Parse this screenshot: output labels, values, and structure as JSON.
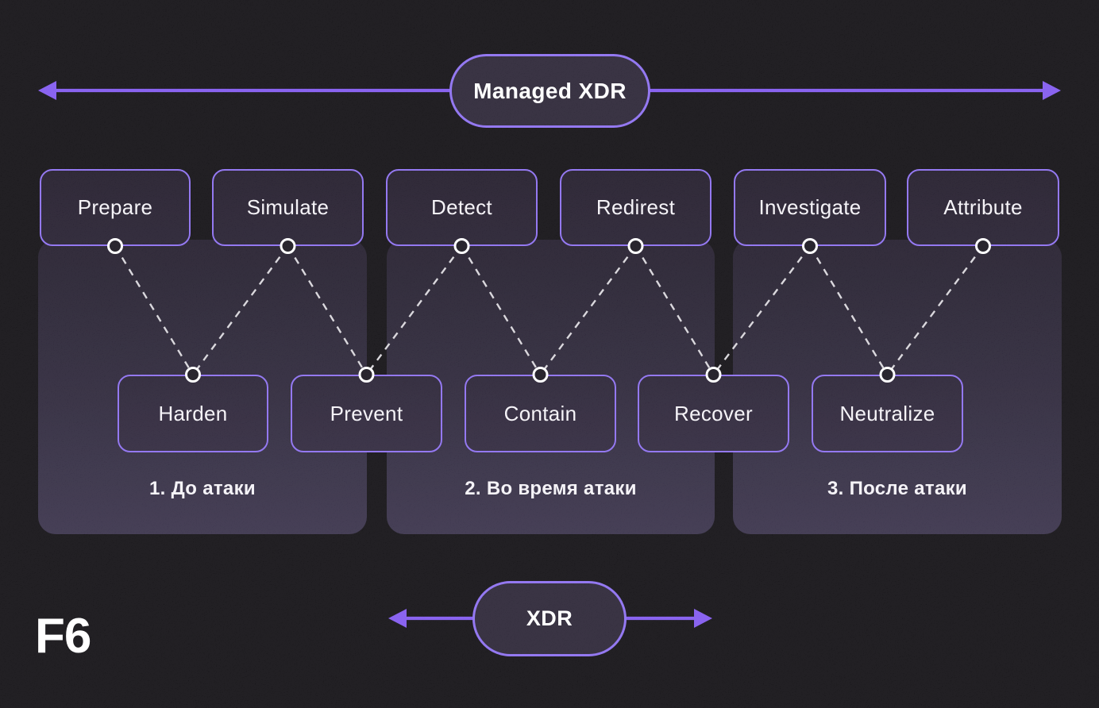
{
  "colors": {
    "background": "#0c0a0e",
    "accent_border": "#8a6cf0",
    "arrow": "#7e55ef",
    "panel_top": "#1e1828",
    "panel_bottom": "#342d46",
    "top_box_fill": "#1d1727",
    "bottom_box_fill": "#282034",
    "pill_fill": "#262031",
    "dashed_line": "#d7d5da",
    "node_dot_fill": "#14111a",
    "node_dot_ring": "#ffffff",
    "text": "#f4f2f7"
  },
  "header": {
    "pill_label": "Managed XDR"
  },
  "footer": {
    "pill_label": "XDR",
    "logo": "F6"
  },
  "top_row": [
    {
      "label": "Prepare"
    },
    {
      "label": "Simulate"
    },
    {
      "label": "Detect"
    },
    {
      "label": "Redirest"
    },
    {
      "label": "Investigate"
    },
    {
      "label": "Attribute"
    }
  ],
  "bottom_row": [
    {
      "label": "Harden"
    },
    {
      "label": "Prevent"
    },
    {
      "label": "Contain"
    },
    {
      "label": "Recover"
    },
    {
      "label": "Neutralize"
    }
  ],
  "phases": [
    {
      "label": "1. До атаки"
    },
    {
      "label": "2. Во время атаки"
    },
    {
      "label": "3. После атаки"
    }
  ],
  "connections": [
    {
      "from": "Prepare",
      "to": "Harden"
    },
    {
      "from": "Simulate",
      "to": "Harden"
    },
    {
      "from": "Simulate",
      "to": "Prevent"
    },
    {
      "from": "Detect",
      "to": "Prevent"
    },
    {
      "from": "Detect",
      "to": "Contain"
    },
    {
      "from": "Redirest",
      "to": "Contain"
    },
    {
      "from": "Redirest",
      "to": "Recover"
    },
    {
      "from": "Investigate",
      "to": "Recover"
    },
    {
      "from": "Investigate",
      "to": "Neutralize"
    },
    {
      "from": "Attribute",
      "to": "Neutralize"
    }
  ]
}
